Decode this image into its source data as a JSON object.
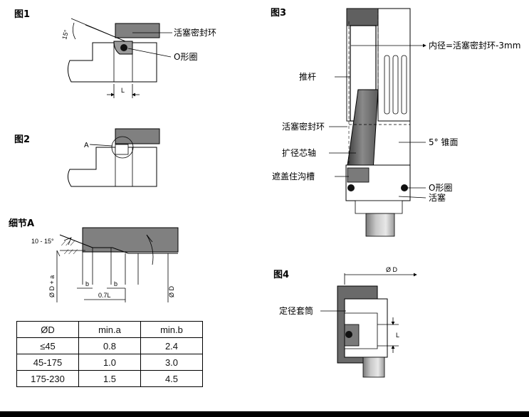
{
  "figures": {
    "fig1": {
      "title": "图1",
      "callout_seal": "活塞密封环",
      "callout_oring": "O形圈",
      "angle": "15°",
      "length": "L"
    },
    "fig2": {
      "title": "图2",
      "marker": "A"
    },
    "detail_a": {
      "title": "细节A",
      "angle": "10 - 15°",
      "dim_b1": "b",
      "dim_b2": "b",
      "dim_07l": "0.7L",
      "dim_da": "Ø D + a",
      "dim_d": "Ø D"
    },
    "fig3": {
      "title": "图3",
      "callout_inner_dia": "内径=活塞密封环-3mm",
      "callout_push_rod": "推杆",
      "callout_seal": "活塞密封环",
      "callout_mandrel": "扩径芯轴",
      "callout_groove": "遮盖住沟槽",
      "callout_cone": "5°  锥面",
      "callout_oring": "O形圈",
      "callout_piston": "活塞"
    },
    "fig4": {
      "title": "图4",
      "callout_sleeve": "定径套筒",
      "dim_d": "Ø D",
      "length": "L"
    }
  },
  "spec_table": {
    "headers": [
      "ØD",
      "min.a",
      "min.b"
    ],
    "rows": [
      [
        "≤45",
        "0.8",
        "2.4"
      ],
      [
        "45-175",
        "1.0",
        "3.0"
      ],
      [
        "175-230",
        "1.5",
        "4.5"
      ]
    ]
  }
}
